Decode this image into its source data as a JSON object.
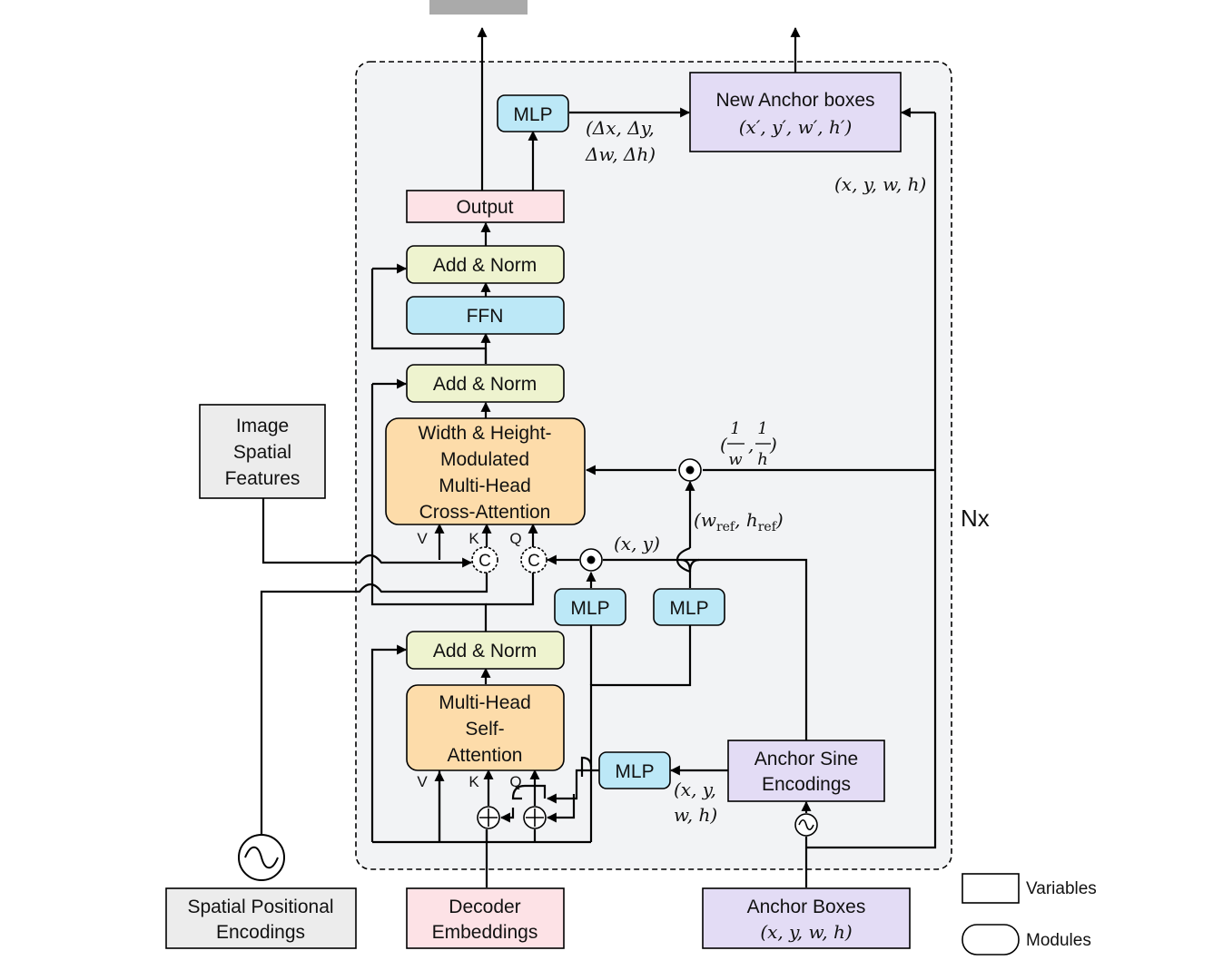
{
  "inputs": {
    "spatial_positional_encodings": [
      "Spatial Positional",
      "Encodings"
    ],
    "decoder_embeddings": [
      "Decoder",
      "Embeddings"
    ],
    "anchor_boxes": "Anchor Boxes",
    "anchor_boxes_math": "(x, y, w, h)",
    "image_spatial_features": [
      "Image",
      "Spatial",
      "Features"
    ]
  },
  "modules": {
    "self_attention": [
      "Multi-Head",
      "Self-",
      "Attention"
    ],
    "add_norm": "Add & Norm",
    "cross_attention": [
      "Width & Height-",
      "Modulated",
      "Multi-Head",
      "Cross-Attention"
    ],
    "ffn": "FFN",
    "mlp": "MLP",
    "anchor_sine_encodings": [
      "Anchor Sine",
      "Encodings"
    ]
  },
  "outputs": {
    "output": "Output",
    "new_anchor_boxes": "New Anchor boxes",
    "new_anchor_math": "(x′, y′, w′, h′)"
  },
  "labels": {
    "v": "V",
    "k": "K",
    "q": "Q",
    "concat": "C",
    "delta_line1": "(Δx, Δy,",
    "delta_line2": "Δw, Δh)",
    "xywh": "(x, y, w, h)",
    "xy": "(x, y)",
    "xy_wh_line1": "(x, y,",
    "xy_wh_line2": "w, h)",
    "wh_ref": "(w_ref, h_ref)",
    "inv_wh": "(1/w, 1/h)",
    "nx": "Nx"
  },
  "legend": {
    "variables": "Variables",
    "modules": "Modules"
  },
  "colors": {
    "pink": "#fde2e6",
    "purple": "#e3dcf5",
    "gray": "#ececec",
    "green": "#eef3cf",
    "blue": "#bce8f7",
    "orange": "#fddcaa",
    "panel": "#f2f3f5"
  }
}
